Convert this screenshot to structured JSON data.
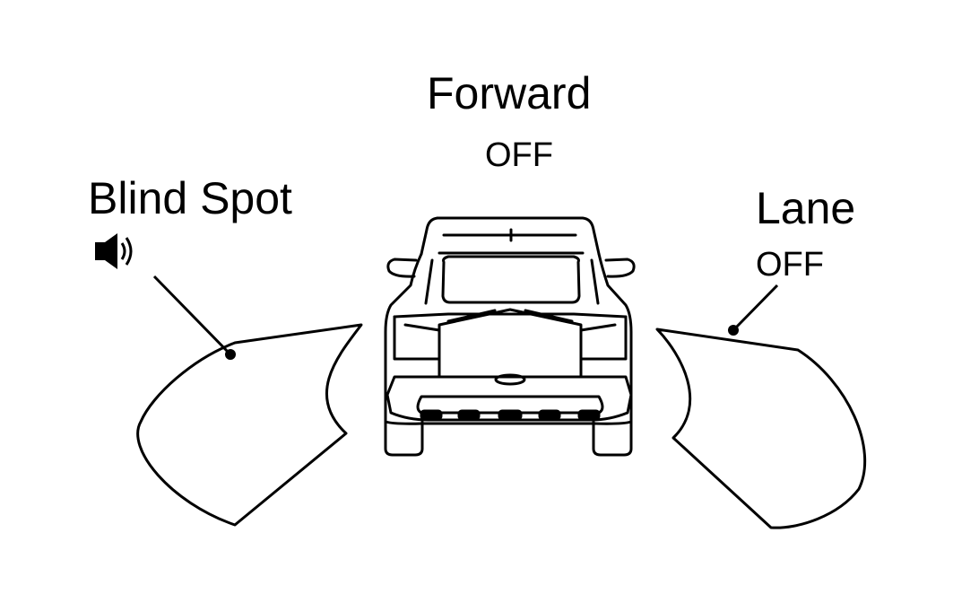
{
  "labels": {
    "forward": {
      "title": "Forward",
      "status": "OFF"
    },
    "blind_spot": {
      "title": "Blind Spot",
      "icon": "speaker-icon"
    },
    "lane": {
      "title": "Lane",
      "status": "OFF"
    }
  },
  "colors": {
    "line": "#000000",
    "background": "#ffffff",
    "light_fill": "#ffffff"
  }
}
